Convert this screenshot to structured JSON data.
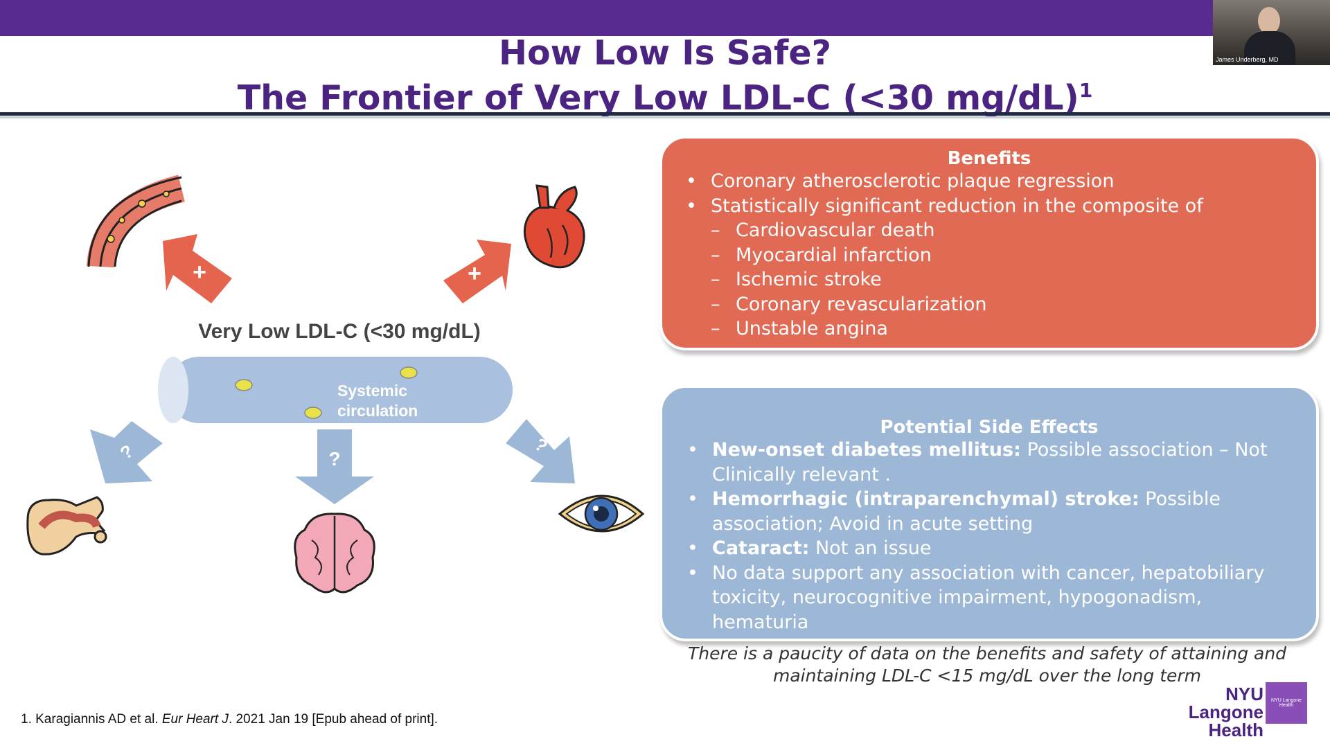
{
  "slide": {
    "title_line1": "How Low Is Safe?",
    "title_line2": "The Frontier of Very Low LDL-C (<30 mg/dL)",
    "title_ref": "1"
  },
  "video": {
    "speaker_name": "James Underberg, MD"
  },
  "diagram": {
    "center_label": "Very Low LDL-C (<30 mg/dL)",
    "vessel_label_line1": "Systemic",
    "vessel_label_line2": "circulation",
    "arrow_plus": "+",
    "arrow_question": "?",
    "icons": [
      "artery-icon",
      "heart-icon",
      "pancreas-icon",
      "brain-icon",
      "eye-icon"
    ],
    "colors": {
      "plus_arrow": "#e5644e",
      "question_arrow": "#9db7d6",
      "vessel": "#a9c1de",
      "particles": "#e8e24a"
    }
  },
  "benefits": {
    "heading": "Benefits",
    "items": [
      {
        "text": "Coronary atherosclerotic plaque regression",
        "level": 1
      },
      {
        "text": "Statistically significant reduction in the composite of",
        "level": 1
      },
      {
        "text": "Cardiovascular death",
        "level": 2
      },
      {
        "text": "Myocardial infarction",
        "level": 2
      },
      {
        "text": "Ischemic stroke",
        "level": 2
      },
      {
        "text": "Coronary revascularization",
        "level": 2
      },
      {
        "text": "Unstable angina",
        "level": 2
      }
    ],
    "color": "#e06a54"
  },
  "side_effects": {
    "heading": "Potential Side Effects",
    "items": [
      {
        "bold": "New-onset diabetes mellitus:",
        "text": " Possible association – Not Clinically relevant ."
      },
      {
        "bold": "Hemorrhagic (intraparenchymal) stroke:",
        "text": " Possible association; Avoid in acute setting"
      },
      {
        "bold": "Cataract:",
        "text": " Not an issue"
      },
      {
        "bold": "",
        "text": "No data support any association with cancer, hepatobiliary toxicity, neurocognitive impairment, hypogonadism, hematuria"
      }
    ],
    "color": "#9db7d6"
  },
  "note": "There is a paucity of data on the benefits and safety of attaining and maintaining LDL-C <15 mg/dL over the long term",
  "footnote": {
    "prefix": "1. Karagiannis AD et al. ",
    "journal": "Eur Heart J",
    "suffix": ". 2021 Jan 19 [Epub ahead of print]."
  },
  "logo": {
    "line1": "NYU Langone",
    "line2": "Health",
    "badge": "NYU Langone Health"
  }
}
